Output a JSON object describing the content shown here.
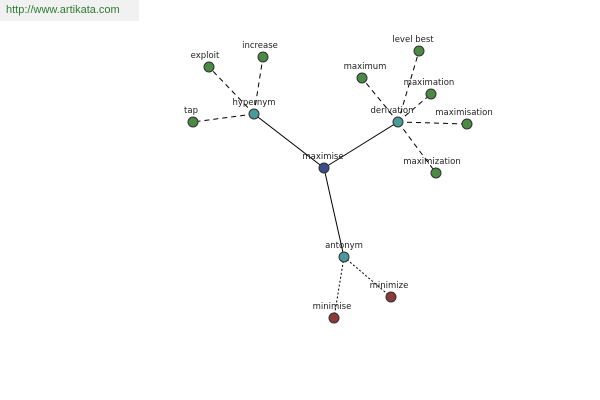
{
  "header": {
    "url_text": "http://www.artikata.com"
  },
  "colors": {
    "root": "#3b4b8c",
    "relation": "#4a9a9a",
    "synonym": "#4a8a45",
    "antonym": "#8a3a3a"
  },
  "graph": {
    "nodes": [
      {
        "id": "maximise",
        "label": "maximise",
        "kind": "root"
      },
      {
        "id": "hypernym",
        "label": "hypernym",
        "kind": "relation"
      },
      {
        "id": "derivation",
        "label": "derivation",
        "kind": "relation"
      },
      {
        "id": "antonym",
        "label": "antonym",
        "kind": "relation"
      },
      {
        "id": "exploit",
        "label": "exploit",
        "kind": "synonym"
      },
      {
        "id": "increase",
        "label": "increase",
        "kind": "synonym"
      },
      {
        "id": "tap",
        "label": "tap",
        "kind": "synonym"
      },
      {
        "id": "level-best",
        "label": "level best",
        "kind": "synonym"
      },
      {
        "id": "maximum",
        "label": "maximum",
        "kind": "synonym"
      },
      {
        "id": "maximation",
        "label": "maximation",
        "kind": "synonym"
      },
      {
        "id": "maximisation",
        "label": "maximisation",
        "kind": "synonym"
      },
      {
        "id": "maximization",
        "label": "maximization",
        "kind": "synonym"
      },
      {
        "id": "minimise",
        "label": "minimise",
        "kind": "antonym"
      },
      {
        "id": "minimize",
        "label": "minimize",
        "kind": "antonym"
      }
    ],
    "edges": [
      {
        "from": "maximise",
        "to": "hypernym",
        "style": "solid"
      },
      {
        "from": "maximise",
        "to": "derivation",
        "style": "solid"
      },
      {
        "from": "maximise",
        "to": "antonym",
        "style": "solid"
      },
      {
        "from": "hypernym",
        "to": "exploit",
        "style": "dashed"
      },
      {
        "from": "hypernym",
        "to": "increase",
        "style": "dashed"
      },
      {
        "from": "hypernym",
        "to": "tap",
        "style": "dashed"
      },
      {
        "from": "derivation",
        "to": "level-best",
        "style": "dashed"
      },
      {
        "from": "derivation",
        "to": "maximum",
        "style": "dashed"
      },
      {
        "from": "derivation",
        "to": "maximation",
        "style": "dashed"
      },
      {
        "from": "derivation",
        "to": "maximisation",
        "style": "dashed"
      },
      {
        "from": "derivation",
        "to": "maximization",
        "style": "dashed"
      },
      {
        "from": "antonym",
        "to": "minimise",
        "style": "dotted"
      },
      {
        "from": "antonym",
        "to": "minimize",
        "style": "dotted"
      }
    ]
  }
}
